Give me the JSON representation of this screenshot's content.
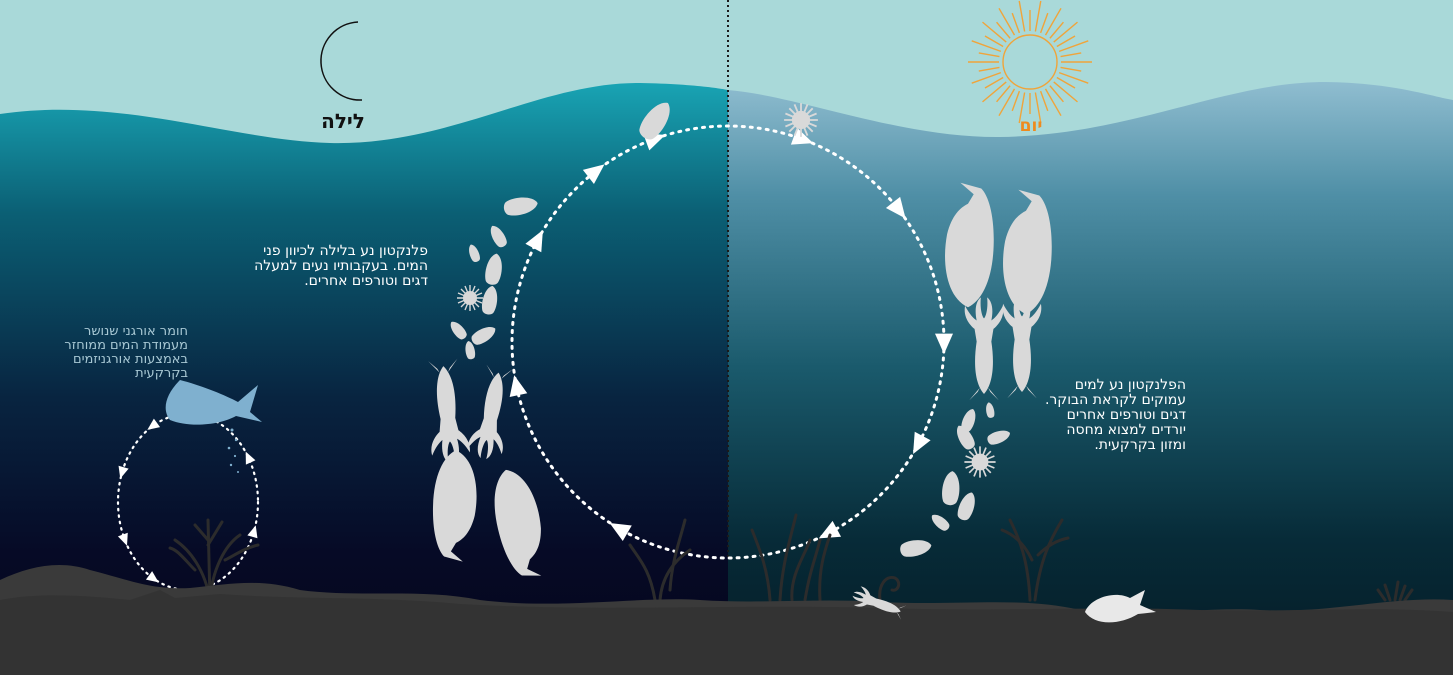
{
  "night": {
    "title": "לילה",
    "description": "פלנקטון נע בלילה לכיוון פני\nהמים. בעקבותיו נעים למעלה\nדגים וטורפים אחרים.",
    "icon": "moon-icon"
  },
  "day": {
    "title": "יום",
    "description": "הפלנקטון נע למים\nעמוקים לקראת הבוקר.\nדגים וטורפים אחרים\nיורדים למצוא מחסה\nומזון בקרקעית.",
    "icon": "sun-icon"
  },
  "recycling": {
    "description": "חומר אורגני שנושר\nמעמודת המים ממוחזר\nבאמצעות אורגניזמים\nבקרקעית"
  },
  "colors": {
    "sky": "#a9d9d9",
    "seabed": "#3a3a3a",
    "organisms": "#d9d9d9",
    "sun": "#f0a43a",
    "day_label": "#ee8a1e",
    "recycling_fish": "#7fb0cf"
  }
}
